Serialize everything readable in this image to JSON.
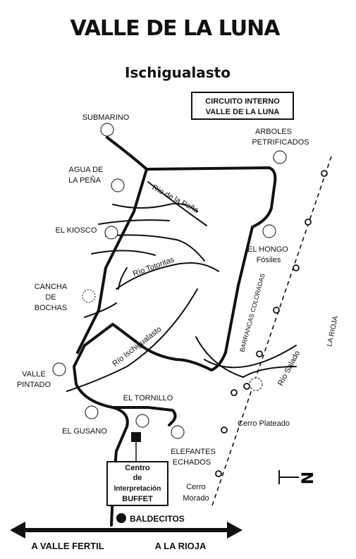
{
  "title": "VALLE DE LA LUNA",
  "subtitle": "Ischigualasto",
  "circuit_box": [
    "CIRCUITO INTERNO",
    "VALLE DE LA LUNA"
  ],
  "places": {
    "submarino": "SUBMARINO",
    "arboles": [
      "ARBOLES",
      "PETRIFICADOS"
    ],
    "agua": [
      "AGUA DE",
      "LA PEÑA"
    ],
    "kiosco": "EL KIOSCO",
    "hongo": [
      "EL HONGO",
      "Fósiles"
    ],
    "cancha": [
      "CANCHA",
      "DE",
      "BOCHAS"
    ],
    "valle": [
      "VALLE",
      "PINTADO"
    ],
    "tornillo": "EL TORNILLO",
    "gusano": "EL GUSANO",
    "plateado": "Cerro Plateado",
    "elefantes": [
      "ELEFANTES",
      "ECHADOS"
    ],
    "morado": [
      "Cerro",
      "Morado"
    ],
    "centro": [
      "Centro",
      "de",
      "Interpretación",
      "BUFFET"
    ],
    "baldecitos": "BALDECITOS"
  },
  "rivers": {
    "pena": "Río de la Peña",
    "totoritas": "Río Totoritas",
    "ischigualasto": "Río Ischigualasto",
    "salado": "Río Salado",
    "barrancas": "BARRANCAS COLORADAS",
    "rioja_prov": "LA RIOJA"
  },
  "bottom": {
    "left": "A VALLE FERTIL",
    "right": "A LA RIOJA"
  },
  "north_letter": "N",
  "colors": {
    "ink": "#111111",
    "paper": "#ffffff"
  }
}
